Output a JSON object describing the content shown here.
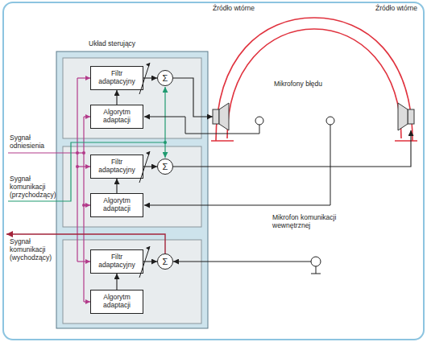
{
  "diagram": {
    "nodes": [
      {
        "text": [
          "Układ sterujący"
        ]
      },
      {
        "text": [
          "Filtr adaptacyjny"
        ],
        "in": 0
      },
      {
        "text": [
          "Algorytm adaptacji"
        ],
        "in": 0
      },
      {
        "text": [
          "Σ"
        ],
        "in": 0
      },
      {
        "text": [
          "Filtr adaptacyjny"
        ],
        "in": 0
      },
      {
        "text": [
          "Algorytm adaptacji"
        ],
        "in": 0
      },
      {
        "text": [
          "Σ"
        ],
        "in": 0
      },
      {
        "text": [
          "Filtr adaptacyjny"
        ],
        "in": 0
      },
      {
        "text": [
          "Algorytm adaptacji"
        ],
        "in": 0
      },
      {
        "text": [
          "Σ"
        ],
        "in": 0
      },
      {
        "text": [
          "Źródło wtórne"
        ]
      },
      {
        "text": [
          "Źródło wtórne"
        ]
      },
      {
        "text": [
          "Mikrofon komunikacji wewnętrznej"
        ]
      }
    ],
    "edges": [
      {
        "from": 2,
        "to": 1,
        "arrow": "to"
      },
      {
        "from": 1,
        "to": 3,
        "arrow": "to"
      },
      {
        "from": 3,
        "to": 10,
        "arrow": "to"
      },
      {
        "from": 5,
        "to": 4,
        "arrow": "to"
      },
      {
        "from": 4,
        "to": 6,
        "arrow": "to"
      },
      {
        "from": 6,
        "to": 11,
        "arrow": "to"
      },
      {
        "from": 8,
        "to": 7,
        "arrow": "to"
      },
      {
        "from": 7,
        "to": 9,
        "arrow": "to"
      },
      {
        "from": 12,
        "to": 9,
        "arrow": "to"
      }
    ],
    "labels": [
      "Mikrofony błędu",
      "Sygnał odniesienia",
      "Sygnał komunikacji (przychodzący)",
      "Sygnał komunikacji (wychodzący)"
    ]
  }
}
